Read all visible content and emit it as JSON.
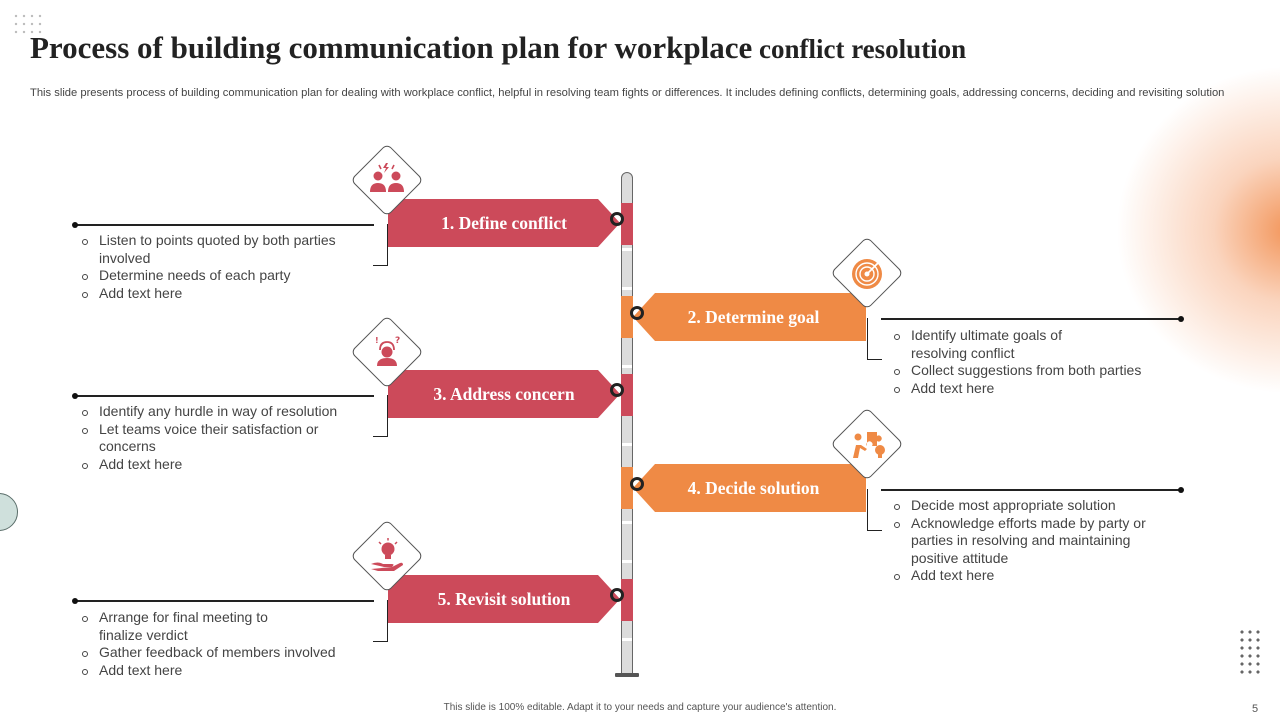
{
  "slide": {
    "title_main": "Process of  building communication plan for workplace",
    "title_end": " conflict resolution",
    "subtitle": "This slide presents process of building communication plan for dealing with workplace conflict, helpful in resolving team fights or differences. It includes defining conflicts, determining goals, addressing concerns, deciding and revisiting solution",
    "footer": "This slide is 100% editable.  Adapt it to your needs and capture your audience's attention.",
    "page_number": "5"
  },
  "colors": {
    "red": "#cc4a5a",
    "orange": "#ef8a45",
    "pole": "#dcdcdc",
    "text": "#444444"
  },
  "steps": [
    {
      "label": "1. Define conflict",
      "side": "left",
      "color": "red",
      "icon": "people-conflict-icon",
      "bullets": [
        "Listen to points quoted by both parties involved",
        "Determine needs of each party",
        "Add text here"
      ]
    },
    {
      "label": "2. Determine goal",
      "side": "right",
      "color": "orange",
      "icon": "target-icon",
      "bullets": [
        "Identify ultimate goals of resolving conflict",
        "Collect suggestions from both parties",
        "Add text here"
      ]
    },
    {
      "label": "3. Address concern",
      "side": "left",
      "color": "red",
      "icon": "confused-person-icon",
      "bullets": [
        "Identify any hurdle in way of resolution",
        "Let teams voice their satisfaction or concerns",
        "Add text here"
      ]
    },
    {
      "label": "4. Decide solution",
      "side": "right",
      "color": "orange",
      "icon": "puzzle-solution-icon",
      "bullets": [
        "Decide most appropriate solution",
        "Acknowledge efforts made by party or parties in resolving and maintaining positive attitude",
        "Add text here"
      ]
    },
    {
      "label": "5. Revisit solution",
      "side": "left",
      "color": "red",
      "icon": "idea-hand-icon",
      "bullets": [
        "Arrange for final meeting to finalize verdict",
        "Gather feedback of members involved",
        "Add text here"
      ]
    }
  ]
}
